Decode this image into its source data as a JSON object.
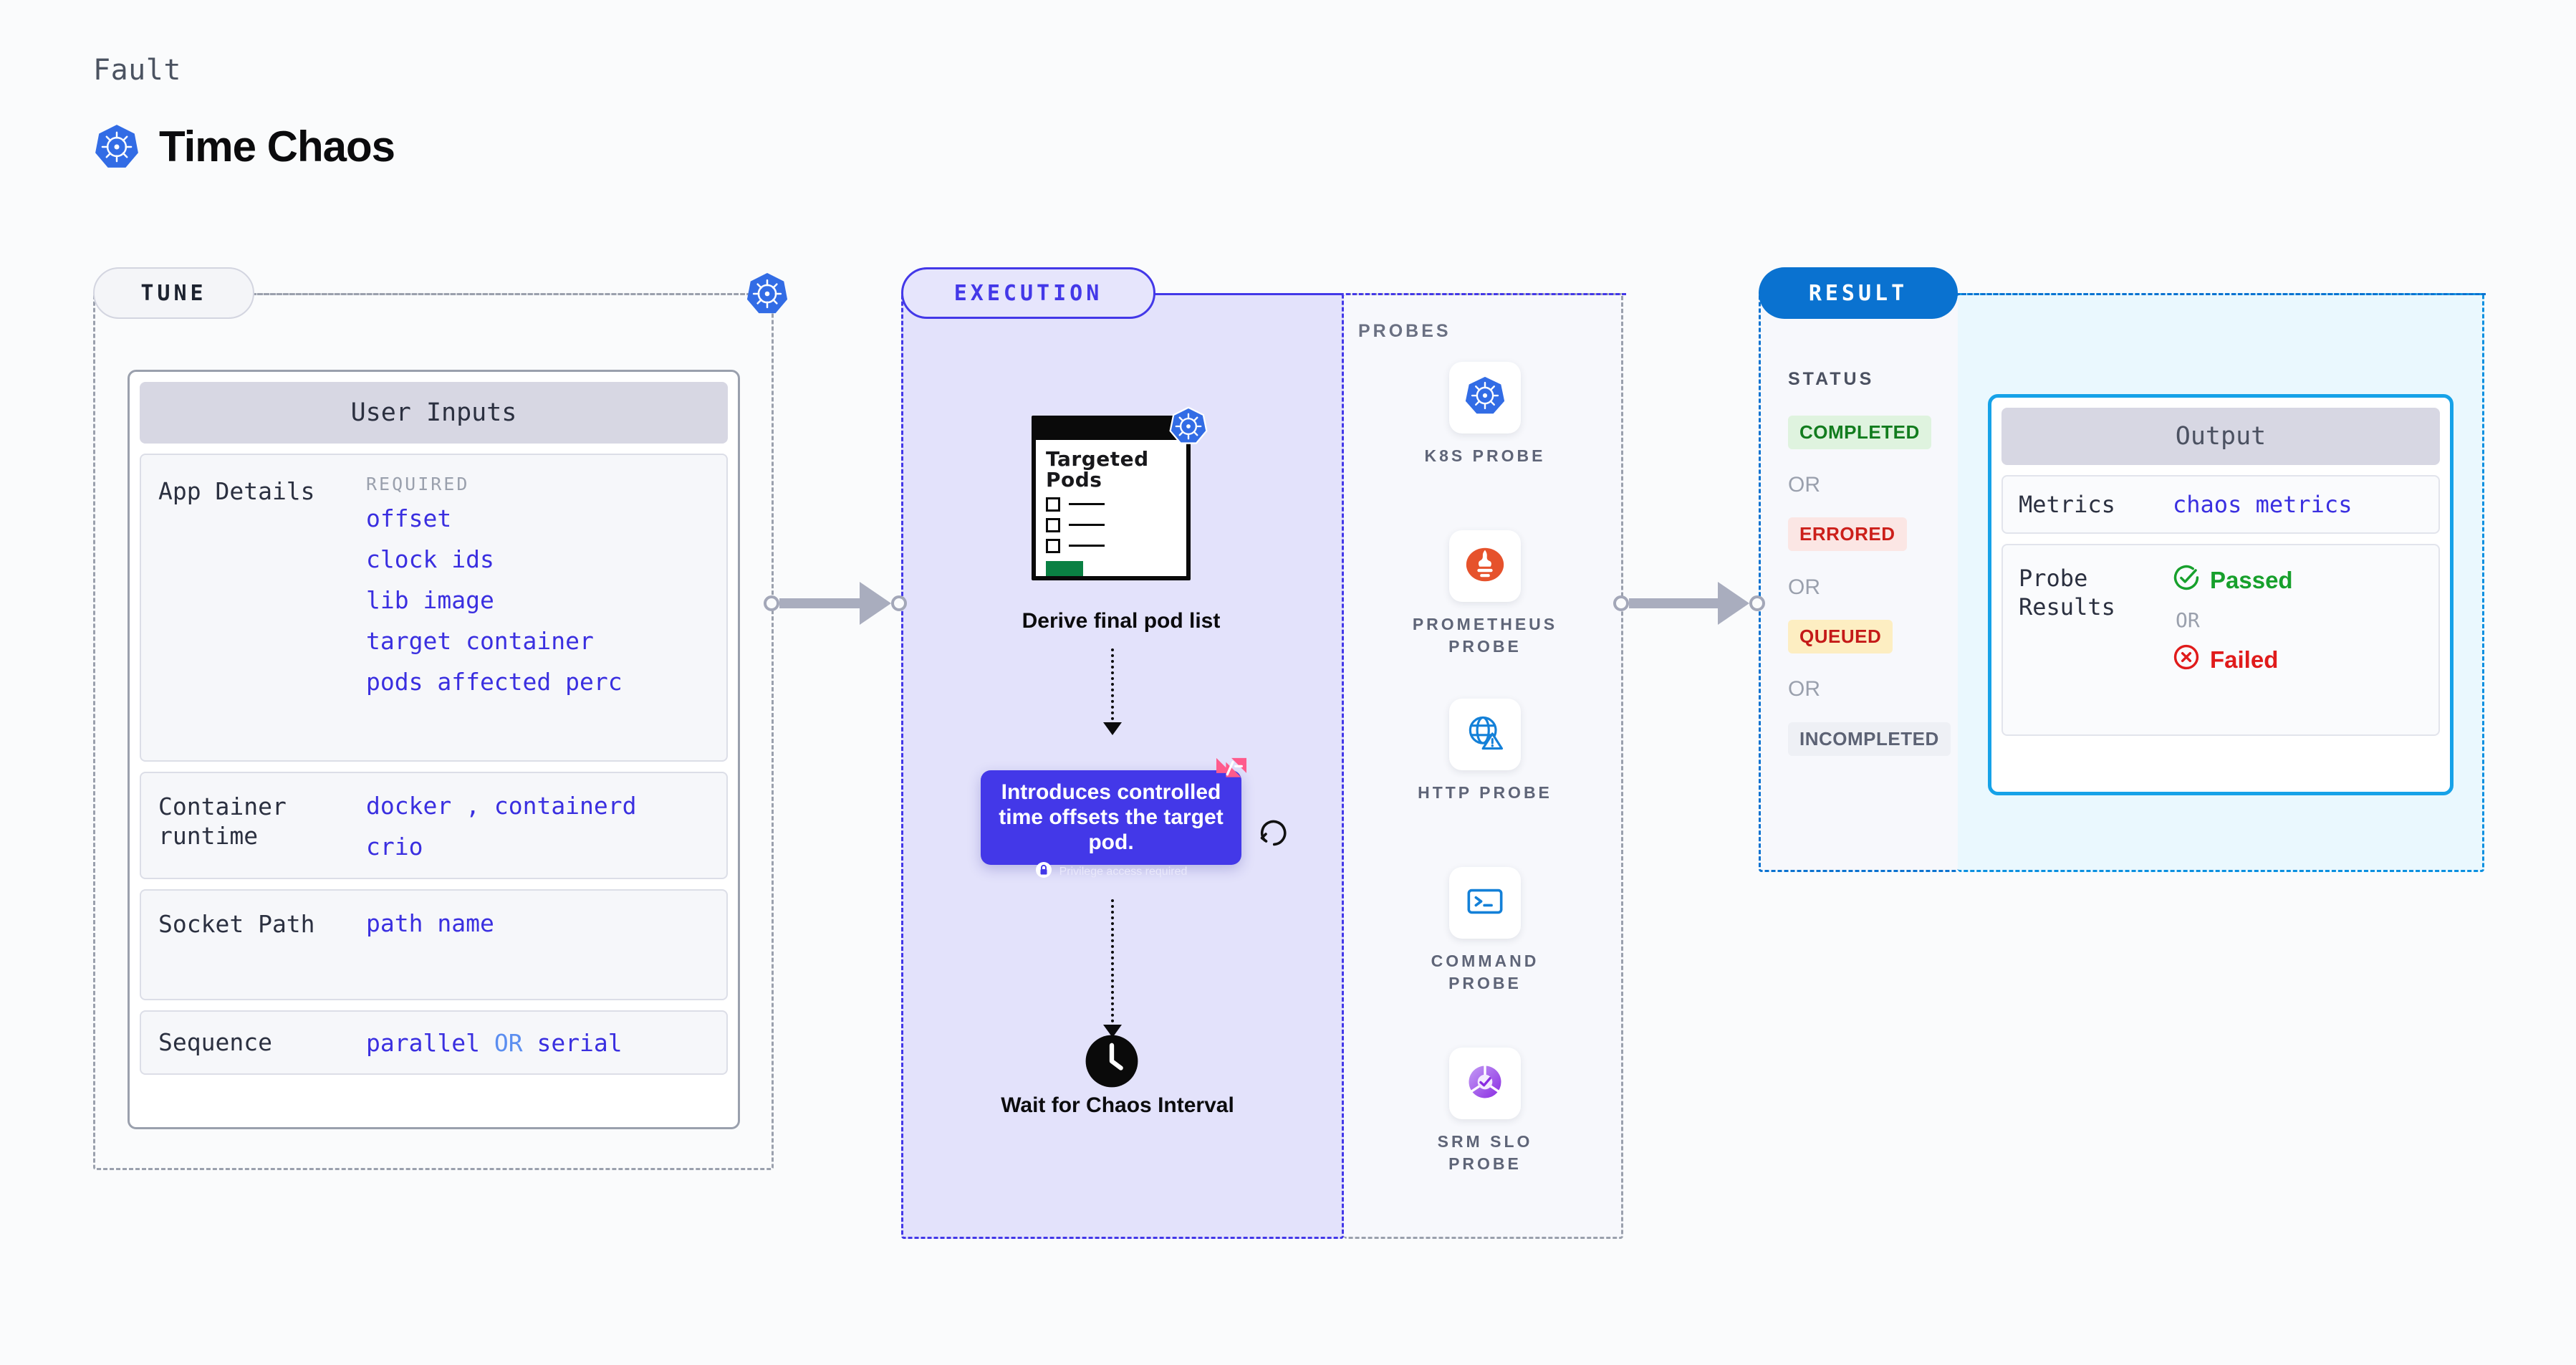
{
  "header": {
    "eyebrow": "Fault",
    "title": "Time Chaos",
    "logo_icon": "kubernetes-icon"
  },
  "stages": {
    "tune": {
      "chip_label": "TUNE"
    },
    "execution": {
      "chip_label": "EXECUTION"
    },
    "result": {
      "chip_label": "RESULT"
    }
  },
  "tune": {
    "card_title": "User Inputs",
    "rows": [
      {
        "label": "App Details",
        "required_label": "REQUIRED",
        "values": [
          "offset",
          "clock ids",
          "lib image",
          "target container",
          "pods affected perc"
        ]
      },
      {
        "label": "Container runtime",
        "values_line_1": [
          "docker",
          ",",
          "containerd"
        ],
        "values_line_2": [
          "crio"
        ]
      },
      {
        "label": "Socket Path",
        "values": [
          "path name"
        ]
      },
      {
        "label": "Sequence",
        "value_a": "parallel",
        "conjunction": "OR",
        "value_b": "serial"
      }
    ],
    "boundary_icon": "kubernetes-icon"
  },
  "execution": {
    "pods_card": {
      "heading": "Targeted Pods",
      "badge_icon": "kubernetes-icon",
      "checkbox_rows": 3
    },
    "derive_label": "Derive final pod list",
    "tooltip": {
      "message": "Introduces controlled time offsets the target pod.",
      "privilege_note": "Privilege access required",
      "privilege_icon": "lock-icon",
      "corner_icon": "harness-icon",
      "background_color": "#4338e8"
    },
    "rotate_icon": "rotate-ccw-icon",
    "wait_label": "Wait for Chaos Interval",
    "wait_icon": "clock-icon"
  },
  "probes": {
    "title": "PROBES",
    "items": [
      {
        "label": "K8S PROBE",
        "icon": "kubernetes-icon"
      },
      {
        "label": "PROMETHEUS PROBE",
        "icon": "prometheus-icon"
      },
      {
        "label": "HTTP PROBE",
        "icon": "globe-warning-icon"
      },
      {
        "label": "COMMAND PROBE",
        "icon": "terminal-icon"
      },
      {
        "label": "SRM SLO PROBE",
        "icon": "srm-slo-icon"
      }
    ]
  },
  "result": {
    "status_title": "STATUS",
    "or_label": "OR",
    "statuses": [
      {
        "label": "COMPLETED",
        "text_color": "#127c1e",
        "bg_color": "#dff3df"
      },
      {
        "label": "ERRORED",
        "text_color": "#cc1f1a",
        "bg_color": "#fbe6e4"
      },
      {
        "label": "QUEUED",
        "text_color": "#c41a18",
        "bg_color": "#fdeec2"
      },
      {
        "label": "INCOMPLETED",
        "text_color": "#5c6274",
        "bg_color": "#eef0f5"
      }
    ]
  },
  "output": {
    "card_title": "Output",
    "metrics": {
      "label": "Metrics",
      "value": "chaos metrics"
    },
    "probe_results": {
      "label": "Probe Results",
      "passed_label": "Passed",
      "passed_icon": "check-circle-icon",
      "or_label": "OR",
      "failed_label": "Failed",
      "failed_icon": "x-circle-icon"
    }
  }
}
